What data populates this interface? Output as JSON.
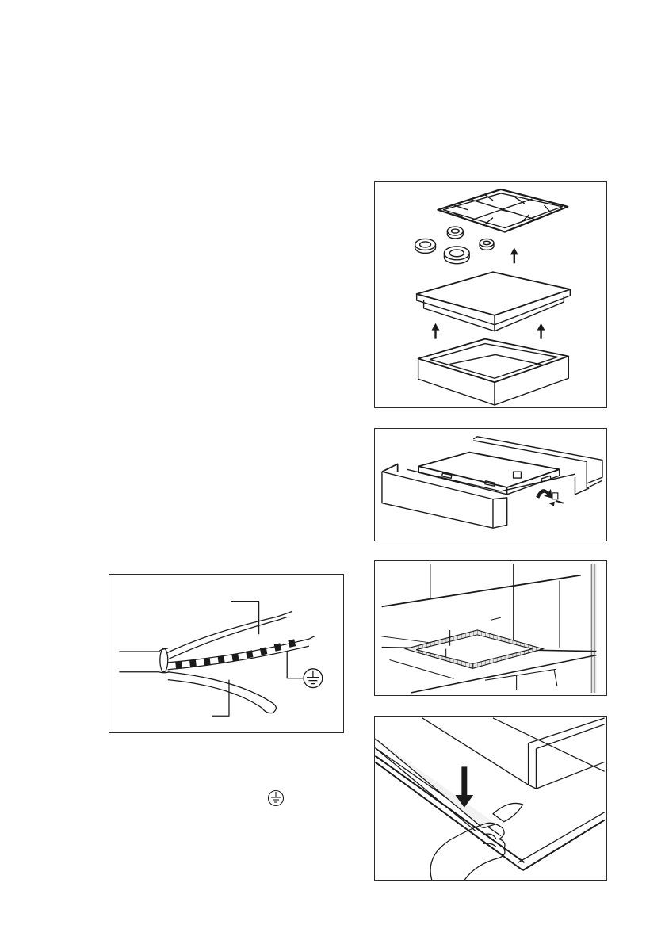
{
  "figures": [
    {
      "id": "hob-disassembly",
      "depicts": [
        "pan-support",
        "burner-caps",
        "hob-top",
        "box"
      ]
    },
    {
      "id": "box-insertion"
    },
    {
      "id": "cutout-dimensions"
    },
    {
      "id": "seal-strip"
    },
    {
      "id": "cable-wiring",
      "earth_symbol": true
    }
  ],
  "inline_symbols": [
    {
      "icon": "earth-symbol-icon"
    }
  ],
  "colors": {
    "line": "#1a1a1a",
    "border": "#2a2a2a",
    "hatch_fill": "#e6e6e6",
    "tone_fill": "#f2f2f2"
  }
}
